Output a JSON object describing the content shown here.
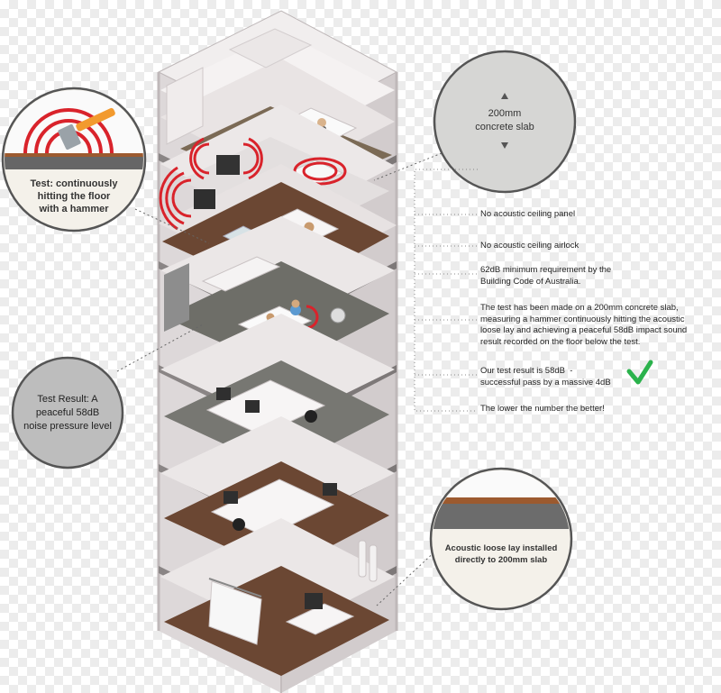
{
  "callouts": {
    "hammer_test": {
      "line1": "Test: continuously",
      "line2": "hitting the floor",
      "line3": "with a hammer"
    },
    "slab": {
      "line1": "200mm",
      "line2": "concrete slab"
    },
    "result": {
      "line1": "Test Result: A",
      "line2": "peaceful 58dB",
      "line3": "noise pressure level"
    },
    "loose_lay": {
      "line1": "Acoustic loose lay installed",
      "line2": "directly to 200mm slab"
    }
  },
  "notes": {
    "no_panel": "No acoustic ceiling panel",
    "no_airlock": "No acoustic ceiling airlock",
    "requirement_1": "62dB minimum requirement by the",
    "requirement_2": "Building Code of Australia.",
    "test_1": "The test has been made on a 200mm concrete slab,",
    "test_2": "measuring a hammer continuously hitting the acoustic",
    "test_3": "loose lay and achieving a peaceful 58dB impact sound",
    "test_4": "result recorded on the floor below the test.",
    "outcome_1": "Our test result is 58dB  -",
    "outcome_2": "successful pass by a massive 4dB",
    "lower_better": "The lower the number the better!"
  },
  "colors": {
    "building_wall": "#e6e2e2",
    "building_side": "#cfc9ca",
    "floor_wood": "#6b4733",
    "floor_grey": "#6f6f6a",
    "sound_ring": "#d9232b",
    "check": "#2bb24c",
    "callout_border": "#555555"
  },
  "icons": [
    "hammer-icon",
    "sound-waves-icon",
    "checkmark-icon",
    "up-arrow-icon",
    "down-arrow-icon"
  ]
}
